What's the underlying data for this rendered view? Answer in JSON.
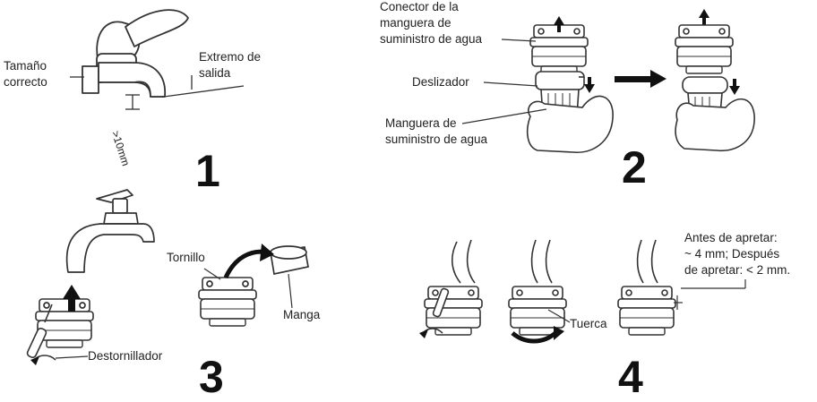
{
  "steps": {
    "s1": {
      "number": "1",
      "size_label_l1": "Tamaño",
      "size_label_l2": "correcto",
      "end_label_l1": "Extremo de",
      "end_label_l2": "salida",
      "dim_label": ">10mm"
    },
    "s2": {
      "number": "2",
      "connector_l1": "Conector de la",
      "connector_l2": "manguera de",
      "connector_l3": "suministro de agua",
      "slider": "Deslizador",
      "hose_l1": "Manguera de",
      "hose_l2": "suministro de agua"
    },
    "s3": {
      "number": "3",
      "screw": "Tornillo",
      "sleeve": "Manga",
      "screwdriver": "Destornillador"
    },
    "s4": {
      "number": "4",
      "nut": "Tuerca",
      "note_l1": "Antes de apretar:",
      "note_l2": "~ 4 mm; Después",
      "note_l3": "de apretar: < 2 mm."
    }
  }
}
